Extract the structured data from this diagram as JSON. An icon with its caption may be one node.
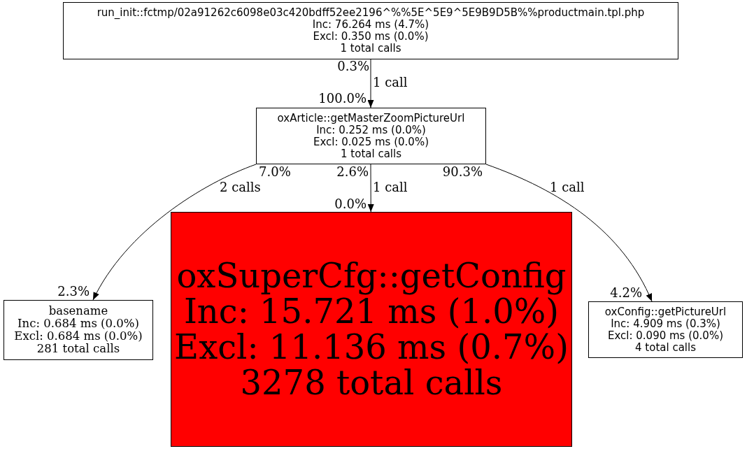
{
  "diagram": {
    "nodes": [
      {
        "text": [
          "run_init::fctmp/02a91262c6098e03c420bdff52ee2196^%%5E^5E9^5E9B9D5B%%productmain.tpl.php",
          "Inc: 76.264 ms (4.7%)",
          "Excl: 0.350 ms (0.0%)",
          "1 total calls"
        ]
      },
      {
        "text": [
          "oxArticle::getMasterZoomPictureUrl",
          "Inc: 0.252 ms (0.0%)",
          "Excl: 0.025 ms (0.0%)",
          "1 total calls"
        ]
      },
      {
        "text": [
          "basename",
          "Inc: 0.684 ms (0.0%)",
          "Excl: 0.684 ms (0.0%)",
          "281 total calls"
        ]
      },
      {
        "text": [
          "oxSuperCfg::getConfig",
          "Inc: 15.721 ms (1.0%)",
          "Excl: 11.136 ms (0.7%)",
          "3278 total calls"
        ]
      },
      {
        "text": [
          "oxConfig::getPictureUrl",
          "Inc: 4.909 ms (0.3%)",
          "Excl: 0.090 ms (0.0%)",
          "4 total calls"
        ]
      }
    ],
    "edges": [
      {
        "from": 0,
        "to": 1,
        "arrow": "to",
        "label": "1 call"
      },
      {
        "from": 1,
        "to": 2,
        "arrow": "to",
        "label": "2 calls"
      },
      {
        "from": 1,
        "to": 3,
        "arrow": "to",
        "label": "1 call"
      },
      {
        "from": 1,
        "to": 4,
        "arrow": "to",
        "label": "1 call"
      }
    ],
    "labels": [
      "0.3%",
      "100.0%",
      "7.0%",
      "2.6%",
      "90.3%",
      "0.0%",
      "2.3%",
      "4.2%"
    ]
  }
}
